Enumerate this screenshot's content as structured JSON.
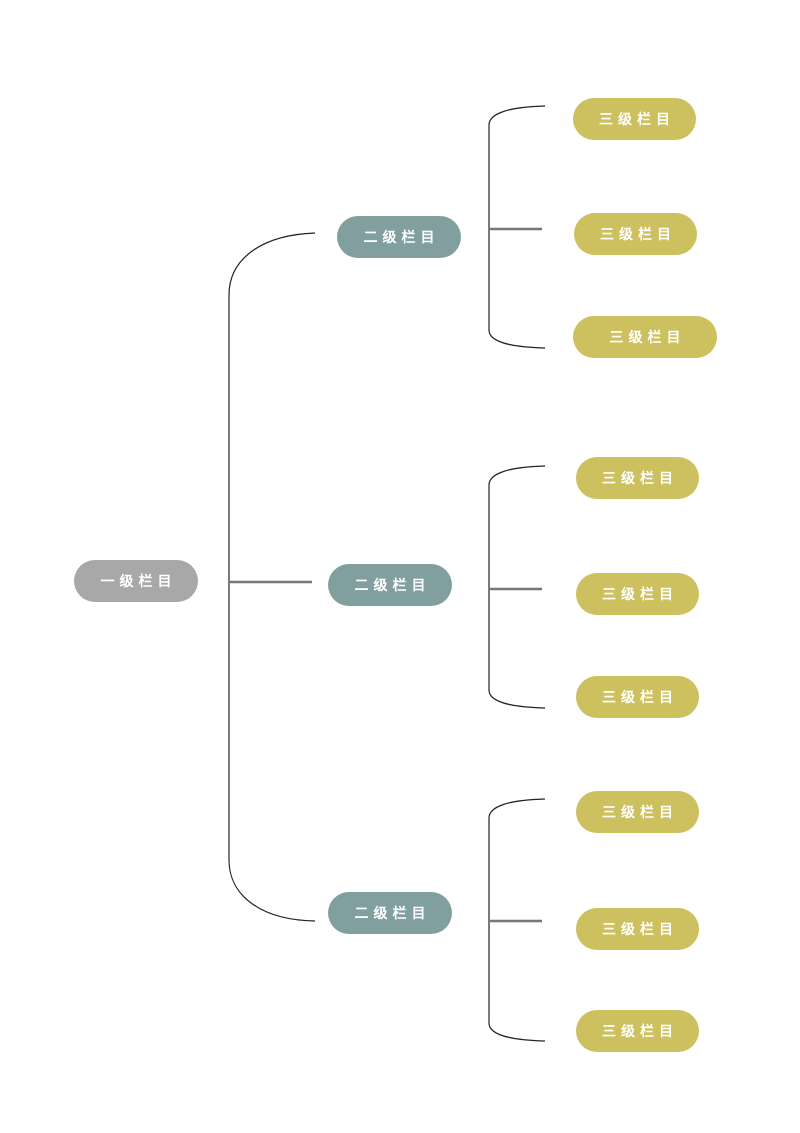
{
  "root": {
    "label": "一级栏目"
  },
  "branches": [
    {
      "label": "二级栏目",
      "children": [
        {
          "label": "三级栏目"
        },
        {
          "label": "三级栏目"
        },
        {
          "label": "三级栏目"
        }
      ]
    },
    {
      "label": "二级栏目",
      "children": [
        {
          "label": "三级栏目"
        },
        {
          "label": "三级栏目"
        },
        {
          "label": "三级栏目"
        }
      ]
    },
    {
      "label": "二级栏目",
      "children": [
        {
          "label": "三级栏目"
        },
        {
          "label": "三级栏目"
        },
        {
          "label": "三级栏目"
        }
      ]
    }
  ],
  "colors": {
    "level1": "#a8a8a8",
    "level2": "#829fa0",
    "level3": "#cdc05e"
  }
}
